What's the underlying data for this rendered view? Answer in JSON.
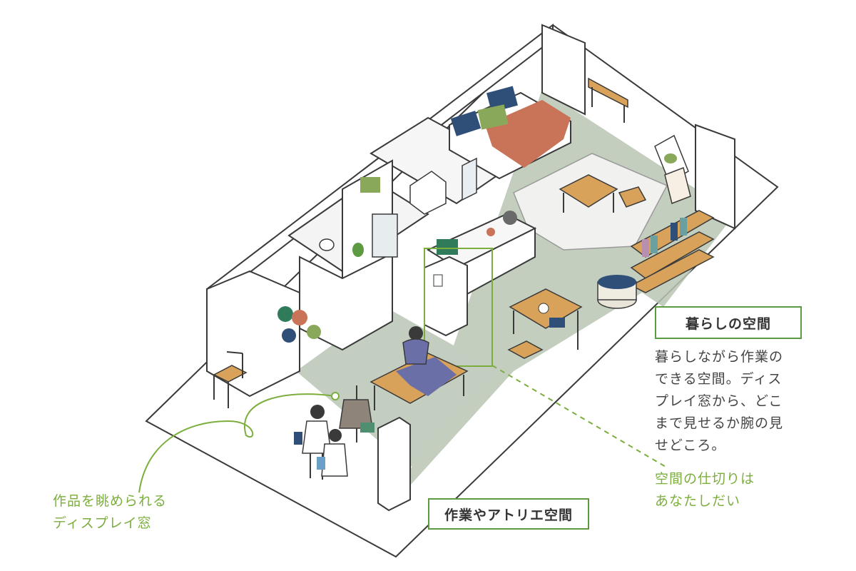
{
  "colors": {
    "accent_green": "#5e9a42",
    "note_green": "#7cae3d",
    "floor_green": "#b9c6b4",
    "rug": "#f1f1ef",
    "wood": "#d9a25a",
    "blanket": "#c97359",
    "navy": "#2f4e78",
    "cushion_green": "#8aa85a"
  },
  "labels": {
    "living_space": "暮らしの空間",
    "atelier_space": "作業やアトリエ空間"
  },
  "description": {
    "lines": [
      "暮らしながら作業の",
      "できる空間。ディス",
      "プレイ窓から、どこ",
      "まで見せるか腕の見",
      "せどころ。"
    ]
  },
  "notes": {
    "partition": [
      "空間の仕切りは",
      "あなたしだい"
    ],
    "display_window": [
      "作品を眺められる",
      "ディスプレイ窓"
    ]
  },
  "icons": [
    "bed-icon",
    "table-icon",
    "chair-icon",
    "bookshelf-icon",
    "person-icon",
    "mannequin-icon",
    "kitchen-icon",
    "washing-machine-icon"
  ]
}
